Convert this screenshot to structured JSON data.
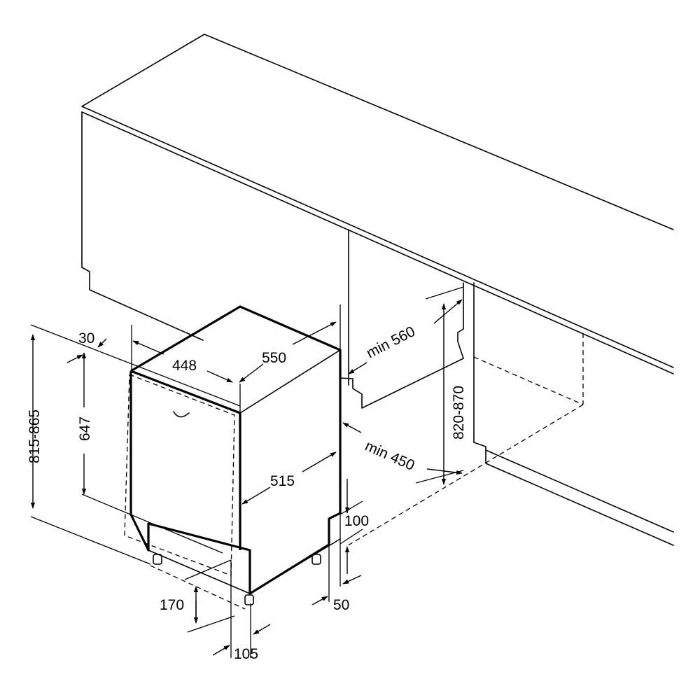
{
  "dimensions": {
    "width_448": "448",
    "depth_550": "550",
    "min_560": "min 560",
    "min_450": "min 450",
    "height_820_870": "820-870",
    "height_815_865": "815-865",
    "door_647": "647",
    "door_30": "30",
    "depth_515": "515",
    "gap_100": "100",
    "gap_50": "50",
    "plinth_170": "170",
    "offset_105": "105"
  }
}
